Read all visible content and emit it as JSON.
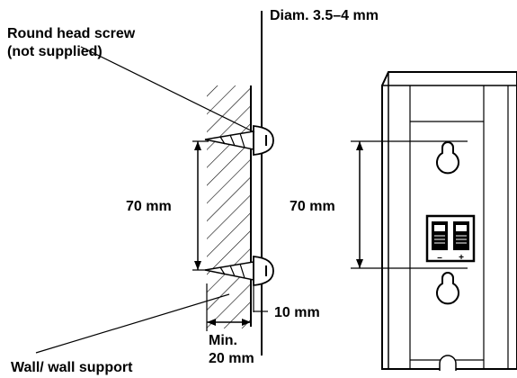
{
  "labels": {
    "screw_line1": "Round head screw",
    "screw_line2": "(not supplied)",
    "diameter": "Diam. 3.5–4 mm",
    "left_spacing": "70 mm",
    "right_spacing": "70 mm",
    "protrusion": "10 mm",
    "min_line1": "Min.",
    "min_line2": "20 mm",
    "wall": "Wall/ wall support"
  },
  "terminal_signs": {
    "minus": "–",
    "plus": "+"
  }
}
